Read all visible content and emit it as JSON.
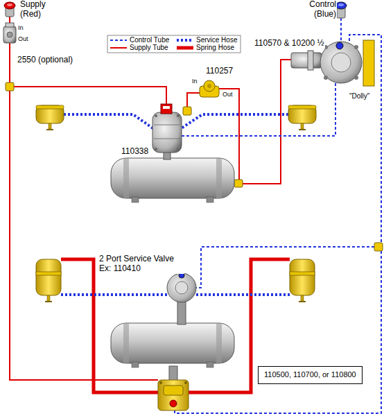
{
  "diagram": {
    "nodes": [
      {
        "text": [
          "110500, 110700, or 110800"
        ]
      }
    ],
    "labels": [
      "Supply (Red)",
      "Control (Blue)",
      "In",
      "Out",
      "2550 (optional)",
      "110257",
      "In",
      "Out",
      "110338",
      "110570 & 10200 ½",
      "\"Dolly\"",
      "2 Port Service Valve Ex: 110410"
    ],
    "legend": [
      {
        "text": "Control Tube"
      },
      {
        "text": "Service Hose"
      },
      {
        "text": "Supply Tube"
      },
      {
        "text": "Spring Hose"
      }
    ]
  }
}
